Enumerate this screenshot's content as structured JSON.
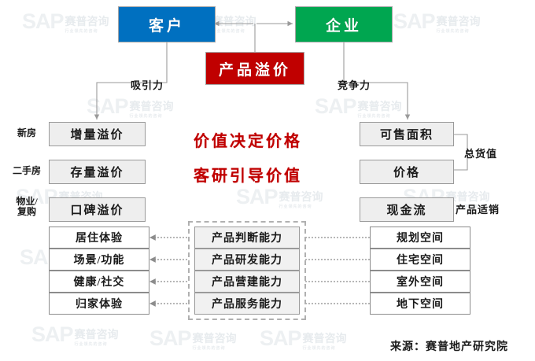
{
  "watermark": {
    "brand": "SAP",
    "cn": "赛普咨询",
    "sub": "行业领先的咨询"
  },
  "top": {
    "customer": {
      "label": "客户",
      "color": "#0070C0"
    },
    "enterprise": {
      "label": "企业",
      "color": "#00A650"
    },
    "premium": {
      "label": "产品溢价",
      "color": "#C00000"
    }
  },
  "edges": {
    "attraction": "吸引力",
    "competitiveness": "竞争力",
    "total_value": "总货值",
    "marketability": "产品适销"
  },
  "slogan": {
    "line1": "价值决定价格",
    "line2": "客研引导价值",
    "color": "#C00000"
  },
  "left": {
    "row_labels": [
      "新房",
      "二手房",
      "物业/\n复购"
    ],
    "boxes": [
      "增量溢价",
      "存量溢价",
      "口碑溢价"
    ],
    "stack": [
      "居住体验",
      "场景/功能",
      "健康/社交",
      "归家体验"
    ]
  },
  "center": {
    "stack": [
      "产品判断能力",
      "产品研发能力",
      "产品营建能力",
      "产品服务能力"
    ]
  },
  "right": {
    "boxes": [
      "可售面积",
      "价格",
      "现金流"
    ],
    "stack": [
      "规划空间",
      "住宅空间",
      "室外空间",
      "地下空间"
    ]
  },
  "footer": {
    "source": "来源：赛普地产研究院"
  }
}
